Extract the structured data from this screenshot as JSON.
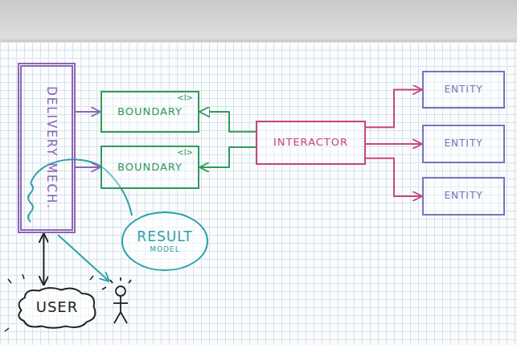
{
  "diagram": {
    "nodes": [
      {
        "text": [
          "DELIVERY MECH."
        ]
      },
      {
        "text": [
          "<I>",
          "BOUNDARY"
        ]
      },
      {
        "text": [
          "<I>",
          "BOUNDARY"
        ]
      },
      {
        "text": [
          "INTERACTOR"
        ]
      },
      {
        "text": [
          "ENTITY"
        ]
      },
      {
        "text": [
          "ENTITY"
        ]
      },
      {
        "text": [
          "ENTITY"
        ]
      },
      {
        "text": [
          "RESULT",
          "MODEL"
        ]
      },
      {
        "text": [
          "USER"
        ]
      }
    ],
    "edges": [
      {
        "from": 0,
        "to": 1,
        "arrow": "to"
      },
      {
        "from": 0,
        "to": 2,
        "arrow": "to"
      },
      {
        "from": 3,
        "to": 1,
        "arrow": "to"
      },
      {
        "from": 3,
        "to": 2,
        "arrow": "to"
      },
      {
        "from": 3,
        "to": 4,
        "arrow": "to"
      },
      {
        "from": 3,
        "to": 5,
        "arrow": "to"
      },
      {
        "from": 3,
        "to": 6,
        "arrow": "to"
      },
      {
        "from": 0,
        "to": 8,
        "arrow": "both"
      }
    ]
  }
}
